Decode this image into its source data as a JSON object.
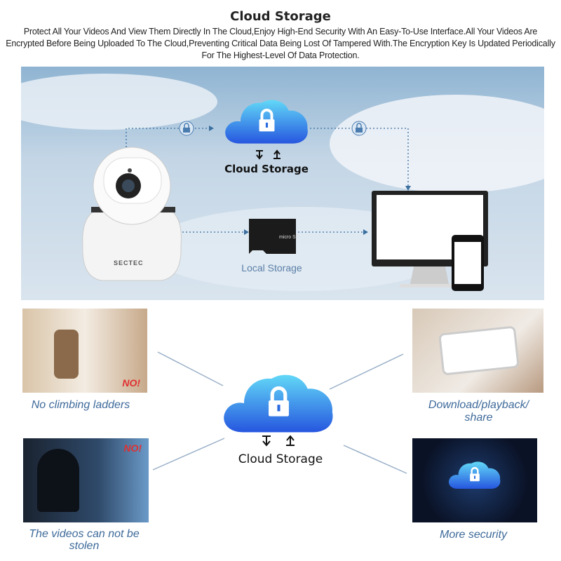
{
  "header": {
    "title": "Cloud Storage",
    "description": "Protect All Your Videos And View Them Directly In The Cloud,Enjoy High-End Security With An Easy-To-Use Interface.All Your Videos Are Encrypted Before Being Uploaded  To The Cloud,Preventing Critical  Data  Being  Lost Of Tampered With.The Encryption Key Is Updated Periodically For The Highest-Level Of Data Protection."
  },
  "hero": {
    "cloud_label": "Cloud Storage",
    "local_label": "Local Storage",
    "camera_brand": "SECTEC"
  },
  "features": {
    "center_label": "Cloud Storage",
    "items": [
      {
        "caption": "No climbing ladders",
        "badge": "NO!"
      },
      {
        "caption": "Download/playback/ share"
      },
      {
        "caption": "The videos can not be stolen",
        "badge": "NO!"
      },
      {
        "caption": "More security"
      }
    ]
  },
  "colors": {
    "cloud_top": "#5fd3f5",
    "cloud_bottom": "#2a5fe0",
    "caption": "#3e6a9a"
  }
}
